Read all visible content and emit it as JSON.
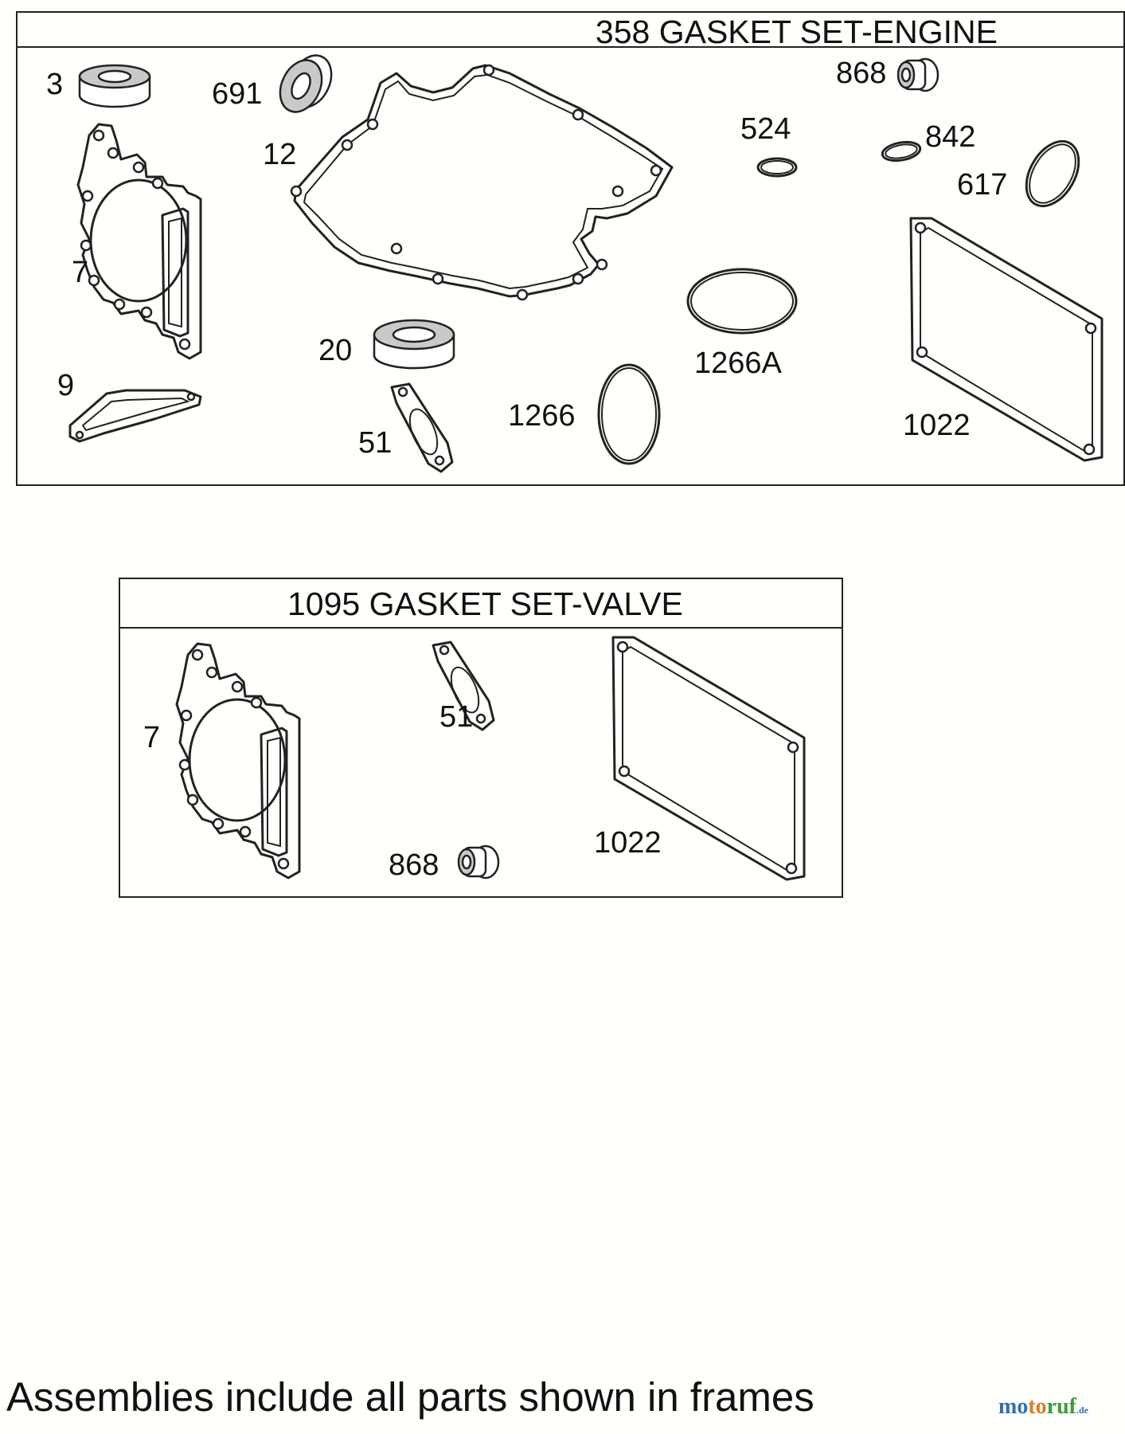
{
  "frames": [
    {
      "title": "358 GASKET SET-ENGINE",
      "callouts": [
        "3",
        "691",
        "12",
        "7",
        "9",
        "20",
        "51",
        "1266",
        "524",
        "1266A",
        "868",
        "842",
        "617",
        "1022"
      ]
    },
    {
      "title": "1095 GASKET SET-VALVE",
      "callouts": [
        "7",
        "51",
        "868",
        "1022"
      ]
    }
  ],
  "footer": "Assemblies include all parts shown in frames",
  "watermark": "motoruf.de"
}
